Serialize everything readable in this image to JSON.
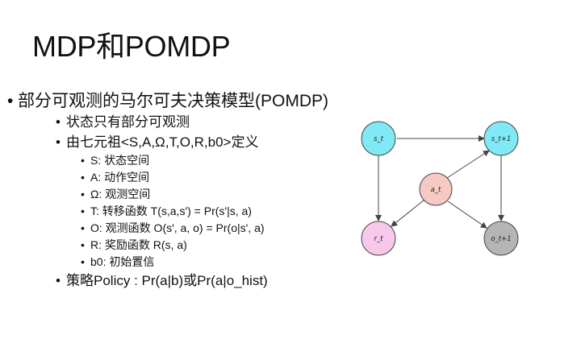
{
  "title": "MDP和POMDP",
  "bullets": {
    "main": "部分可观测的马尔可夫决策模型(POMDP)",
    "sub1": "状态只有部分可观测",
    "sub2": "由七元祖<S,A,Ω,T,O,R,b0>定义",
    "items": [
      "S: 状态空间",
      "A: 动作空间",
      "Ω: 观测空间",
      "T: 转移函数 T(s,a,s') = Pr(s'|s, a)",
      "O: 观测函数 O(s', a, o) = Pr(o|s', a)",
      "R: 奖励函数 R(s, a)",
      "b0: 初始置信"
    ],
    "sub3": "策略Policy : Pr(a|b)或Pr(a|o_hist)"
  },
  "diagram": {
    "nodes": {
      "s_t": "s_t",
      "s_t1": "s_t+1",
      "a_t": "a_t",
      "r_t": "r_t",
      "o_t1": "o_t+1"
    },
    "colors": {
      "state": "#7fe9f5",
      "action": "#f6c9c2",
      "reward": "#f7c8ea",
      "observation": "#b5b5b5",
      "edge": "#444444"
    }
  }
}
